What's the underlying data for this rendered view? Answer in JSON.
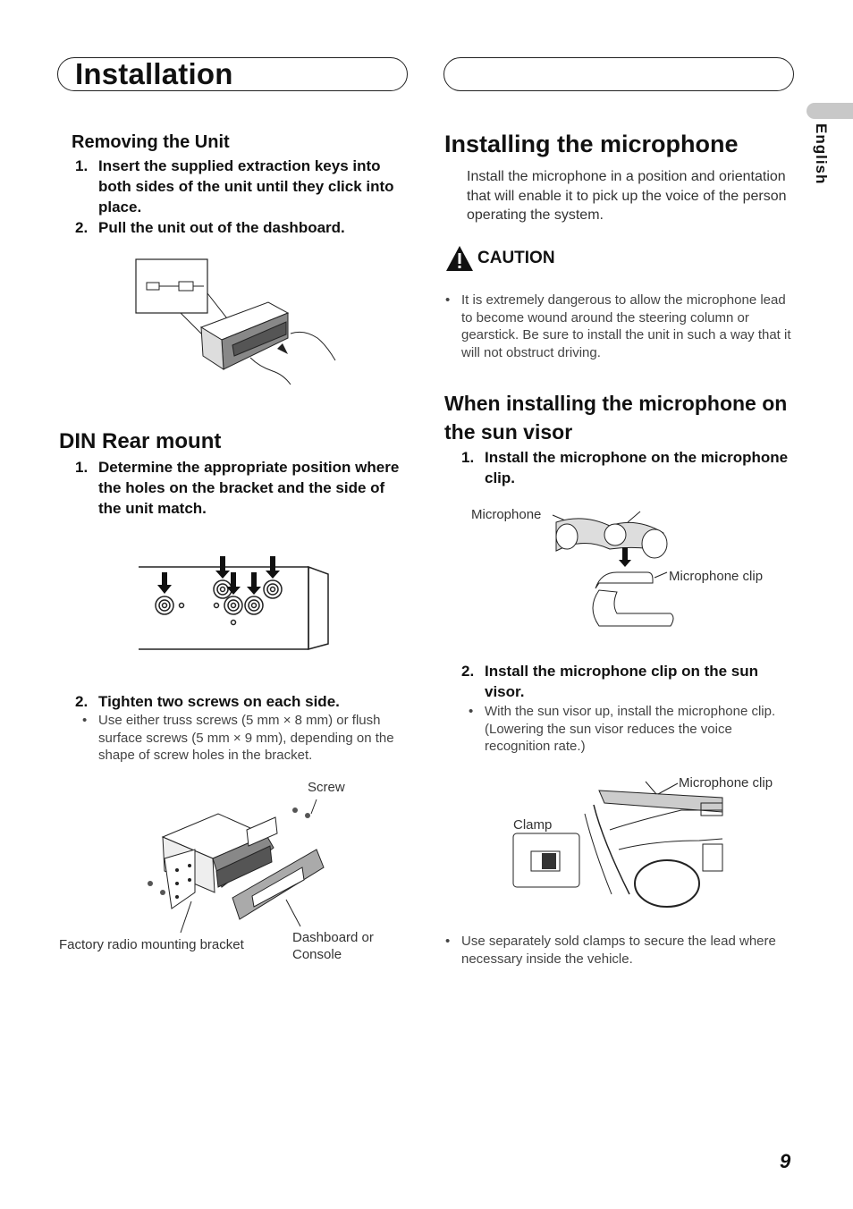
{
  "header": {
    "title": "Installation"
  },
  "side_tab": {
    "language": "English"
  },
  "left": {
    "removing": {
      "heading": "Removing the Unit",
      "steps": [
        {
          "num": "1.",
          "text": "Insert the supplied extraction keys into both sides of the unit until they click into place."
        },
        {
          "num": "2.",
          "text": "Pull the unit out of the dashboard."
        }
      ]
    },
    "din": {
      "heading": "DIN Rear mount",
      "steps": [
        {
          "num": "1.",
          "text": "Determine the appropriate position where the holes on the bracket and the side of the unit match."
        },
        {
          "num": "2.",
          "text": "Tighten two screws on each side."
        }
      ],
      "bullet": "Use either truss screws (5 mm × 8 mm) or flush surface screws (5 mm × 9 mm), depending on the shape of screw holes in the bracket.",
      "labels": {
        "screw": "Screw",
        "bracket": "Factory radio mounting bracket",
        "dashboard": "Dashboard or Console"
      }
    }
  },
  "right": {
    "mic": {
      "heading": "Installing the microphone",
      "intro": "Install the microphone in a position and orientation that will enable it to pick up the voice of the person operating the system.",
      "caution_label": "CAUTION",
      "caution_bullet": "It is extremely dangerous to allow the microphone lead to become wound around the steering column or gearstick. Be sure to install the unit in such a way that it will not obstruct driving."
    },
    "visor": {
      "heading": "When installing the microphone on the sun visor",
      "steps": [
        {
          "num": "1.",
          "text": "Install the microphone on the microphone clip."
        },
        {
          "num": "2.",
          "text": "Install the microphone clip on the sun visor."
        }
      ],
      "labels": {
        "microphone": "Microphone",
        "microphone_clip": "Microphone clip",
        "microphone_clip2": "Microphone clip",
        "clamp": "Clamp"
      },
      "step2_bullet": "With the sun visor up, install the microphone clip. (Lowering the sun visor reduces the voice recognition rate.)",
      "final_bullet": "Use separately sold clamps to secure the lead where necessary inside the vehicle."
    }
  },
  "footer": {
    "page_number": "9"
  }
}
